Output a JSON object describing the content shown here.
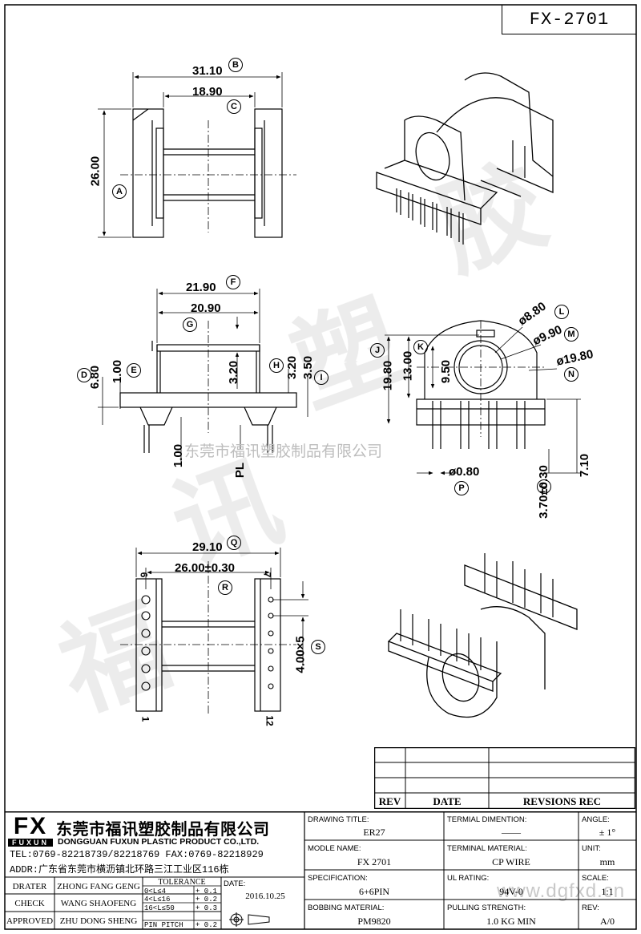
{
  "part_number": "FX-2701",
  "watermark": "东莞市福讯塑胶制品有限公司",
  "watermark_url": "www.dgfxd.cn",
  "drawing": {
    "top_view": {
      "dim_a": "26.00",
      "callout_a": "A",
      "dim_b": "31.10",
      "callout_b": "B",
      "dim_c": "18.90",
      "callout_c": "C"
    },
    "front_view": {
      "dim_f": "21.90",
      "callout_f": "F",
      "dim_g": "20.90",
      "callout_g": "G",
      "dim_d": "6.80",
      "callout_d": "D",
      "dim_e": "1.00",
      "callout_e": "E",
      "dim_center": "3.20",
      "dim_h": "3.20",
      "callout_h": "H",
      "dim_i": "3.50",
      "callout_i": "I",
      "dim_bottom": "1.00",
      "dim_pl": "PL"
    },
    "side_view": {
      "dim_j": "19.80",
      "callout_j": "J",
      "dim_k": "13.00",
      "callout_k": "K",
      "dim_l": "ø8.80",
      "callout_l": "L",
      "dim_m": "ø9.90",
      "callout_m": "M",
      "dim_n": "ø19.80",
      "callout_n": "N",
      "dim_inner": "9.50",
      "dim_p": "ø0.80",
      "callout_p": "P",
      "dim_o": "3.70±0.30",
      "callout_o": "O",
      "dim_710": "7.10"
    },
    "bottom_view": {
      "dim_q": "29.10",
      "callout_q": "Q",
      "dim_r": "26.00±0.30",
      "callout_r": "R",
      "dim_s": "4.00×5",
      "callout_s": "S",
      "pin_1": "1",
      "pin_6": "6",
      "pin_7": "7",
      "pin_12": "12"
    }
  },
  "revision_table": {
    "headers": [
      "REV",
      "DATE",
      "REVSIONS REC"
    ]
  },
  "company": {
    "logo": "FX",
    "logo_sub": "FUXUN",
    "name_cn": "东莞市福讯塑胶制品有限公司",
    "name_en": "DONGGUAN FUXUN PLASTIC PRODUCT CO.,LTD.",
    "tel": "TEL:0769-82218739/82218769 FAX:0769-82218929",
    "addr": "ADDR:广东省东莞市横沥镇北环路三江工业区116栋"
  },
  "title_block": {
    "drater_label": "DRATER",
    "drater": "ZHONG FANG GENG",
    "check_label": "CHECK",
    "check": "WANG SHAOFENG",
    "approved_label": "APPROVED",
    "approved": "ZHU DONG SHENG",
    "tolerance_label": "TOLERANCE",
    "tol_rows": [
      {
        "range": "0<L≤4",
        "tol": "+ 0.1"
      },
      {
        "range": "4<L≤16",
        "tol": "+ 0.2"
      },
      {
        "range": "16<L≤50",
        "tol": "+ 0.3"
      },
      {
        "range": "PIN PITCH",
        "tol": "+ 0.2"
      }
    ],
    "date_label": "DATE:",
    "date": "2016.10.25",
    "drawing_title_label": "DRAWING TITLE:",
    "drawing_title": "ER27",
    "model_name_label": "MODLE NAME:",
    "model_name": "FX 2701",
    "specification_label": "SPECIFICATION:",
    "specification": "6+6PIN",
    "bobbing_material_label": "BOBBING MATERIAL:",
    "bobbing_material": "PM9820",
    "terminal_dimension_label": "TERMIAL DIMENTION:",
    "terminal_dimension": "——",
    "terminal_material_label": "TERMINAL MATERIAL:",
    "terminal_material": "CP WIRE",
    "ul_rating_label": "UL RATING:",
    "ul_rating": "94V-0",
    "pulling_strength_label": "PULLING STRENGTH:",
    "pulling_strength": "1.0 KG MIN",
    "angle_label": "ANGLE:",
    "angle": "± 1°",
    "unit_label": "UNIT:",
    "unit": "mm",
    "scale_label": "SCALE:",
    "scale": "1:1",
    "rev_label": "REV:",
    "rev": "A/0"
  },
  "colors": {
    "line": "#000000",
    "watermark": "#d9d9d9"
  }
}
